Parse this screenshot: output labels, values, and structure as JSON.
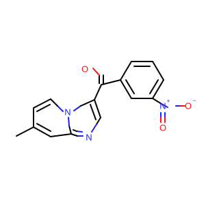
{
  "molecule": {
    "colors": {
      "carbon": "#000000",
      "nitrogen": "#1f1ff0",
      "oxygen": "#ff0d0d",
      "background": "#ffffff"
    },
    "labels": {
      "carbonyl_o": "O",
      "ring_n_bridge": "N",
      "ring_n_imine": "N",
      "nitro_n": "N",
      "nitro_n_charge": "+",
      "nitro_o_double": "O",
      "nitro_o_single": "O",
      "nitro_o_charge": "−"
    }
  }
}
